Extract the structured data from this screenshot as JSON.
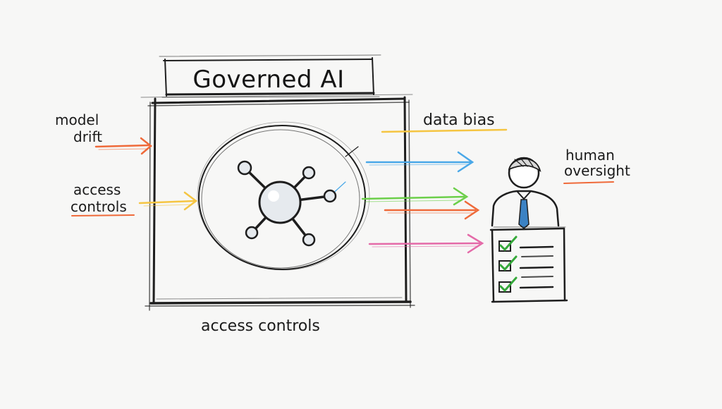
{
  "title": "Governed AI",
  "labels": {
    "model_drift_1": "model",
    "model_drift_2": "drift",
    "access_left_1": "access",
    "access_left_2": "controls",
    "data_bias": "data bias",
    "human_1": "human",
    "human_2": "oversight",
    "bottom": "access controls"
  },
  "colors": {
    "ink": "#1e1e1e",
    "orange": "#ef6a3a",
    "yellow": "#f5c542",
    "blue": "#4aa8e8",
    "green": "#6ccf4a",
    "pink": "#e46aa8",
    "tie": "#3b82c4",
    "check": "#35a83a"
  },
  "icons": [
    "network-node-icon",
    "person-icon",
    "checklist-icon"
  ]
}
